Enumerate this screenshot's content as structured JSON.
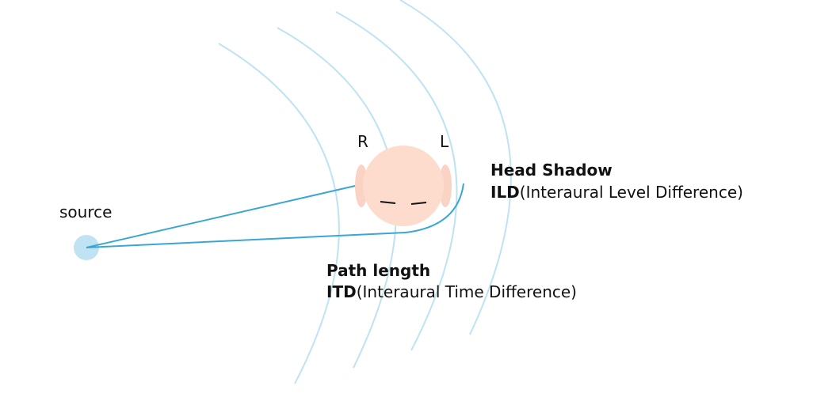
{
  "labels": {
    "source": "source",
    "right_ear": "R",
    "left_ear": "L"
  },
  "head_shadow": {
    "title": "Head Shadow",
    "abbr": "ILD",
    "description": "(Interaural Level Difference)"
  },
  "path_length": {
    "title": "Path length",
    "abbr": "ITD",
    "description": "(Interaural Time Difference)"
  },
  "colors": {
    "wave": "#bfe3f2",
    "path": "#3ba6d6",
    "source": "#bfe3f2",
    "head": "#fddcce",
    "ear": "#fbd3c4"
  }
}
